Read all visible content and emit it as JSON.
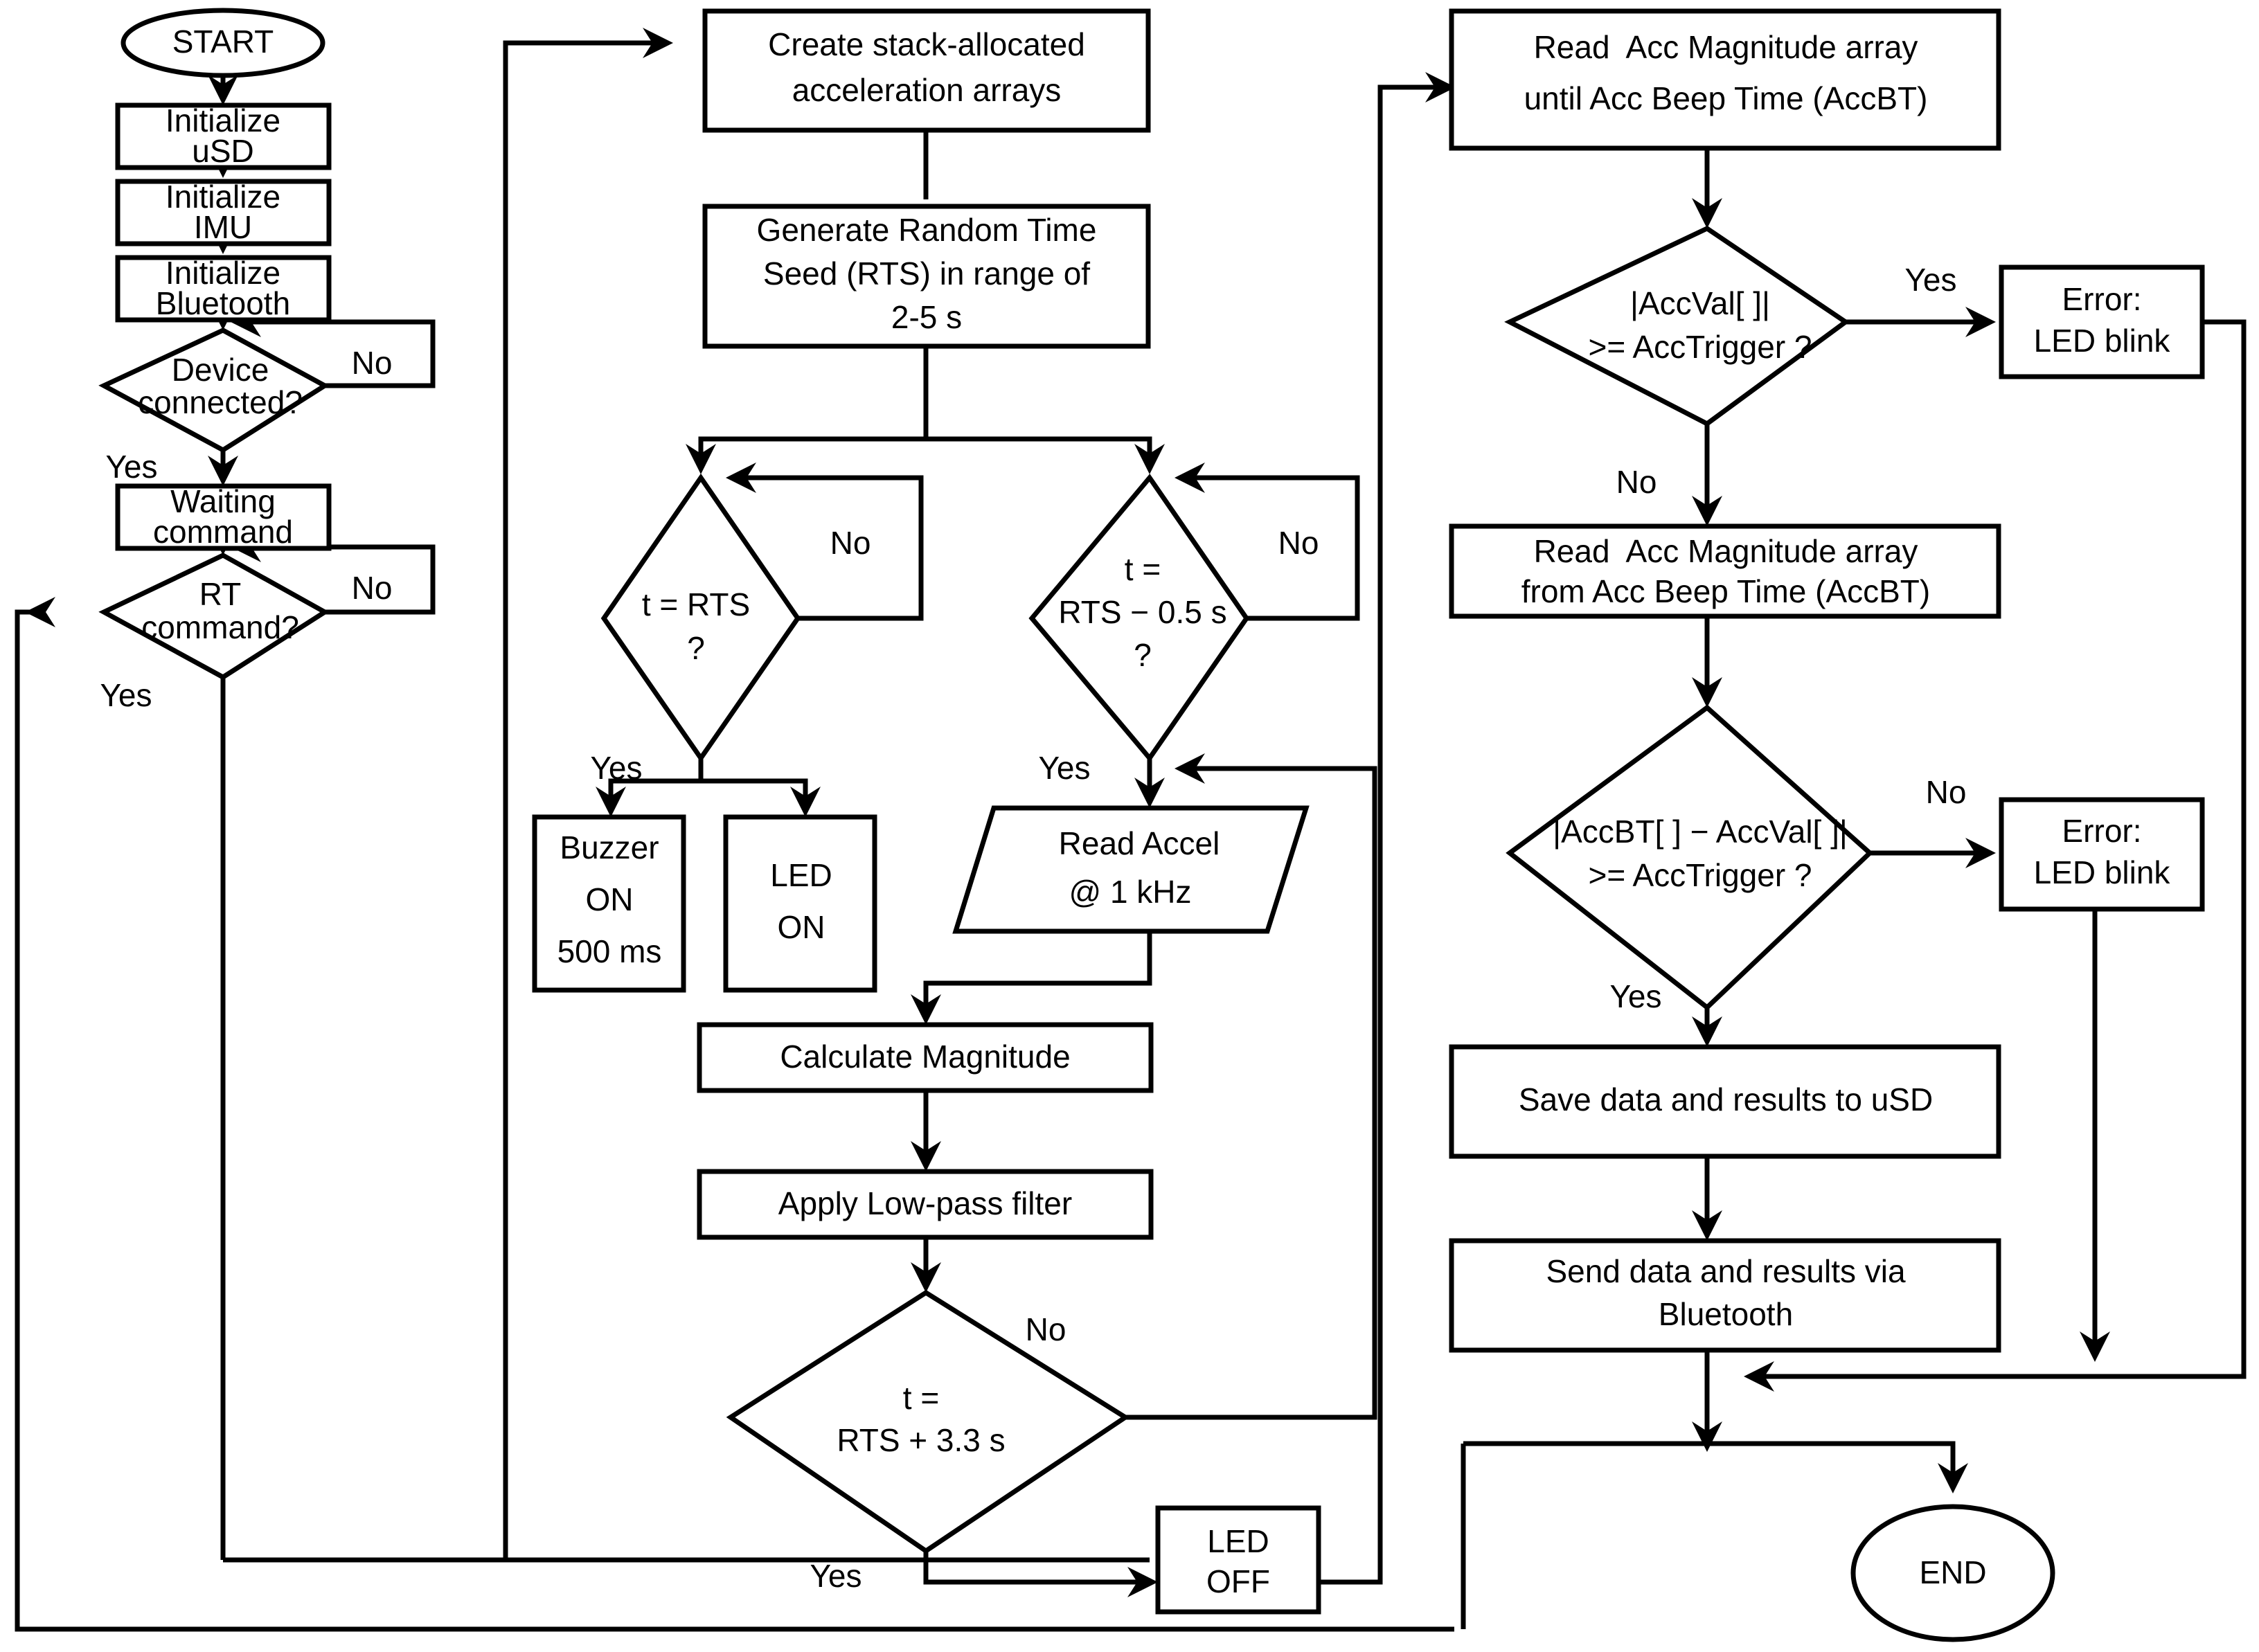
{
  "diagram": {
    "title": "Embedded firmware reaction-time measurement flowchart",
    "stroke_color": "#000000",
    "fill_color": "#ffffff"
  },
  "nodes": {
    "start": {
      "label": "START",
      "shape": "terminator"
    },
    "init_usd": {
      "line1": "Initialize",
      "line2": "uSD",
      "shape": "process"
    },
    "init_imu": {
      "line1": "Initialize",
      "line2": "IMU",
      "shape": "process"
    },
    "init_bt": {
      "line1": "Initialize",
      "line2": "Bluetooth",
      "shape": "process"
    },
    "device_connected": {
      "line1": "Device",
      "line2": "connected?",
      "shape": "decision"
    },
    "waiting_command": {
      "line1": "Waiting",
      "line2": "command",
      "shape": "process"
    },
    "rt_command": {
      "line1": "RT",
      "line2": "command?",
      "shape": "decision"
    },
    "create_arrays": {
      "line1": "Create stack-allocated",
      "line2": "acceleration arrays",
      "shape": "process"
    },
    "generate_rts": {
      "line1": "Generate Random Time",
      "line2": "Seed (RTS) in range of",
      "line3": "2-5 s",
      "shape": "process"
    },
    "t_eq_rts": {
      "line1": "t = RTS",
      "line2": "?",
      "shape": "decision"
    },
    "t_eq_rts_minus": {
      "line1": "t =",
      "line2": "RTS − 0.5 s",
      "line3": "?",
      "shape": "decision"
    },
    "buzzer_on": {
      "line1": "Buzzer",
      "line2": "ON",
      "line3": "500 ms",
      "shape": "process"
    },
    "led_on": {
      "line1": "LED",
      "line2": "ON",
      "shape": "process"
    },
    "read_accel": {
      "line1": "Read Accel",
      "line2": "@ 1 kHz",
      "shape": "data"
    },
    "calc_magnitude": {
      "line1": "Calculate Magnitude",
      "shape": "process"
    },
    "lowpass": {
      "line1": "Apply Low-pass filter",
      "shape": "process"
    },
    "t_eq_rts_plus": {
      "line1": "t =",
      "line2": "RTS + 3.3 s",
      "shape": "decision"
    },
    "led_off": {
      "line1": "LED",
      "line2": "OFF",
      "shape": "process"
    },
    "read_until_accbt": {
      "line1": "Read  Acc Magnitude array",
      "line2": "until Acc Beep Time (AccBT)",
      "shape": "process"
    },
    "accval_check": {
      "line1": "|AccVal[ ]|",
      "line2": ">= AccTrigger ?",
      "shape": "decision"
    },
    "error_blink_1": {
      "line1": "Error:",
      "line2": "LED blink",
      "shape": "process"
    },
    "read_from_accbt": {
      "line1": "Read  Acc Magnitude array",
      "line2": "from Acc Beep Time (AccBT)",
      "shape": "process"
    },
    "accbt_check": {
      "line1": "|AccBT[ ] − AccVal[ ]|",
      "line2": ">= AccTrigger ?",
      "shape": "decision"
    },
    "error_blink_2": {
      "line1": "Error:",
      "line2": "LED blink",
      "shape": "process"
    },
    "save_usd": {
      "line1": "Save data and results to uSD",
      "shape": "process"
    },
    "send_bt": {
      "line1": "Send data and results via",
      "line2": "Bluetooth",
      "shape": "process"
    },
    "end": {
      "label": "END",
      "shape": "terminator"
    }
  },
  "edge_labels": {
    "device_no": "No",
    "device_yes": "Yes",
    "rt_no": "No",
    "rt_yes": "Yes",
    "trts_no": "No",
    "trts_yes": "Yes",
    "trtsminus_no": "No",
    "trtsminus_yes": "Yes",
    "trtsplus_no": "No",
    "trtsplus_yes": "Yes",
    "accval_yes": "Yes",
    "accval_no": "No",
    "accbt_no": "No",
    "accbt_yes": "Yes"
  }
}
